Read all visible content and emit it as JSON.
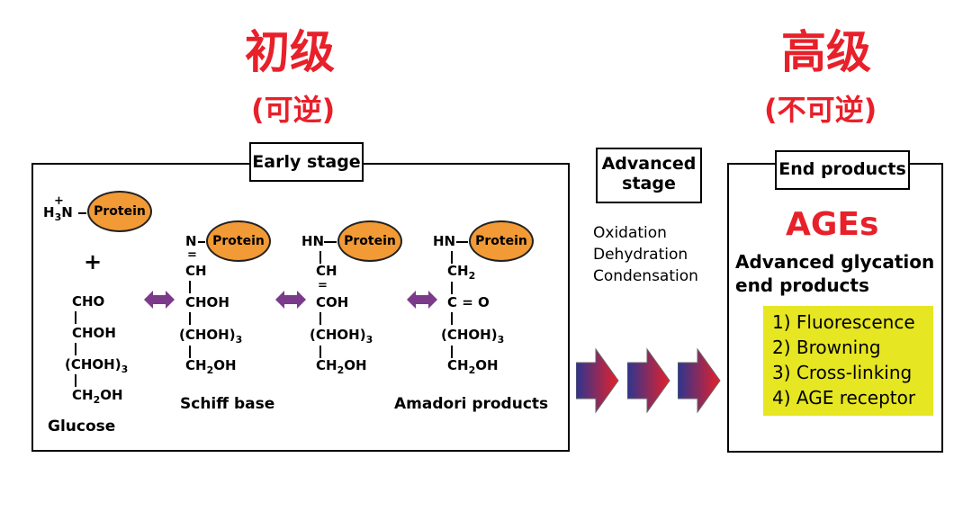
{
  "headings": {
    "early_title": "初级",
    "early_sub": "(可逆)",
    "late_title": "高级",
    "late_sub": "(不可逆)"
  },
  "stages": {
    "early": "Early stage",
    "advanced_line1": "Advanced",
    "advanced_line2": "stage",
    "end": "End products"
  },
  "protein_label": "Protein",
  "glucose": {
    "amine": "H",
    "amine_sub": "3",
    "amine_plus": "+",
    "amine_n": "N",
    "plus": "+",
    "chain": [
      "CHO",
      "CHOH",
      "(CHOH)",
      "CH",
      "OH"
    ],
    "sub3": "3",
    "sub2": "2",
    "name": "Glucose"
  },
  "schiff": {
    "top": "N",
    "dbl": "=",
    "chain": [
      "CH",
      "CHOH",
      "(CHOH)",
      "CH",
      "OH"
    ],
    "sub3": "3",
    "sub2": "2",
    "name": "Schiff base"
  },
  "enol": {
    "top": "HN",
    "dbl": "=",
    "chain": [
      "CH",
      "COH",
      "(CHOH)",
      "CH",
      "OH"
    ],
    "sub3": "3",
    "sub2": "2"
  },
  "amadori": {
    "top": "HN",
    "chain": [
      "CH",
      "C = O",
      "(CHOH)",
      "CH",
      "OH"
    ],
    "sub2_top": "2",
    "sub3": "3",
    "sub2": "2",
    "name": "Amadori products"
  },
  "reactions": [
    "Oxidation",
    "Dehydration",
    "Condensation"
  ],
  "end_products": {
    "ages": "AGEs",
    "desc_line1": "Advanced glycation",
    "desc_line2": "end products",
    "list": [
      "1) Fluorescence",
      "2) Browning",
      "3) Cross-linking",
      "4) AGE receptor"
    ]
  },
  "colors": {
    "heading_red": "#e8202a",
    "protein_orange": "#f29a35",
    "equilibrium_purple": "#7b3a8a",
    "arrow_blue": "#2d3590",
    "arrow_red": "#e8202a",
    "highlight_yellow": "#e6e622"
  }
}
